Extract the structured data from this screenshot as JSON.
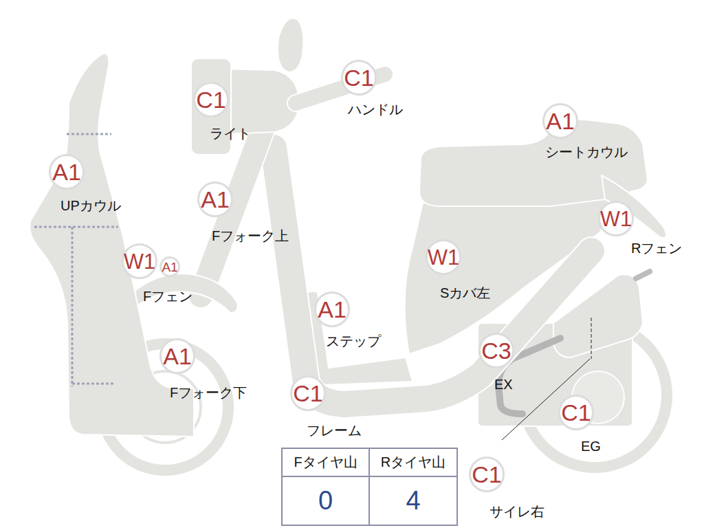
{
  "diagram": {
    "nodes": [
      {
        "text": [
          "A1",
          "UPカウル"
        ]
      },
      {
        "text": [
          "C1",
          "ライト"
        ]
      },
      {
        "text": [
          "C1",
          "ハンドル"
        ]
      },
      {
        "text": [
          "A1",
          "シートカウル"
        ]
      },
      {
        "text": [
          "A1",
          "Fフォーク上"
        ]
      },
      {
        "text": [
          "W1",
          "Rフェン"
        ]
      },
      {
        "text": [
          "W1",
          "Fフェン"
        ]
      },
      {
        "text": [
          "A1"
        ]
      },
      {
        "text": [
          "W1",
          "Sカバ左"
        ]
      },
      {
        "text": [
          "A1",
          "ステップ"
        ]
      },
      {
        "text": [
          "C3",
          "EX"
        ]
      },
      {
        "text": [
          "A1",
          "Fフォーク下"
        ]
      },
      {
        "text": [
          "C1",
          "フレーム"
        ]
      },
      {
        "text": [
          "C1",
          "EG"
        ]
      },
      {
        "text": [
          "C1",
          "サイレ右"
        ]
      }
    ],
    "labels": [
      "Fタイヤ山",
      "Rタイヤ山",
      "0",
      "4"
    ]
  }
}
